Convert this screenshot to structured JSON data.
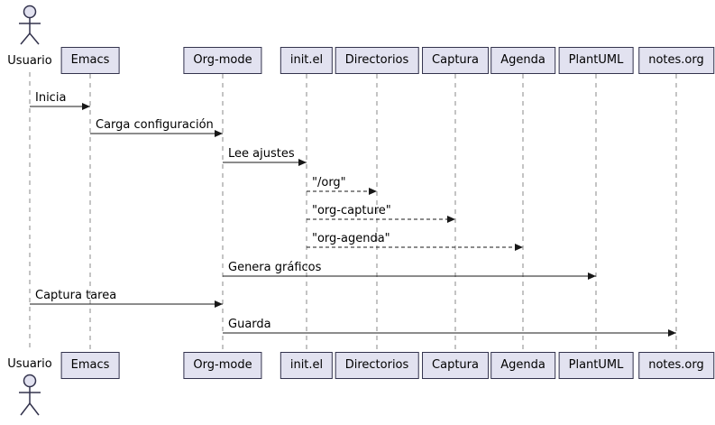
{
  "diagram": {
    "type": "sequence",
    "actor": {
      "label": "Usuario"
    },
    "participants": [
      {
        "id": "emacs",
        "label": "Emacs"
      },
      {
        "id": "org-mode",
        "label": "Org-mode"
      },
      {
        "id": "init-el",
        "label": "init.el"
      },
      {
        "id": "directorios",
        "label": "Directorios"
      },
      {
        "id": "captura",
        "label": "Captura"
      },
      {
        "id": "agenda",
        "label": "Agenda"
      },
      {
        "id": "plantuml",
        "label": "PlantUML"
      },
      {
        "id": "notes-org",
        "label": "notes.org"
      }
    ],
    "messages": [
      {
        "from": "Usuario",
        "to": "Emacs",
        "label": "Inicia",
        "line": "solid"
      },
      {
        "from": "Emacs",
        "to": "Org-mode",
        "label": "Carga configuración",
        "line": "solid"
      },
      {
        "from": "Org-mode",
        "to": "init.el",
        "label": "Lee ajustes",
        "line": "solid"
      },
      {
        "from": "init.el",
        "to": "Directorios",
        "label": "\"/org\"",
        "line": "dashed"
      },
      {
        "from": "init.el",
        "to": "Captura",
        "label": "\"org-capture\"",
        "line": "dashed"
      },
      {
        "from": "init.el",
        "to": "Agenda",
        "label": "\"org-agenda\"",
        "line": "dashed"
      },
      {
        "from": "Org-mode",
        "to": "PlantUML",
        "label": "Genera gráficos",
        "line": "solid"
      },
      {
        "from": "Usuario",
        "to": "Org-mode",
        "label": "Captura tarea",
        "line": "solid"
      },
      {
        "from": "Org-mode",
        "to": "notes.org",
        "label": "Guarda",
        "line": "solid"
      }
    ],
    "colors": {
      "participant_fill": "#E2E2F0",
      "participant_border": "#33334d",
      "arrow_line": "#181818",
      "lifeline": "#888888",
      "background": "#ffffff"
    }
  }
}
